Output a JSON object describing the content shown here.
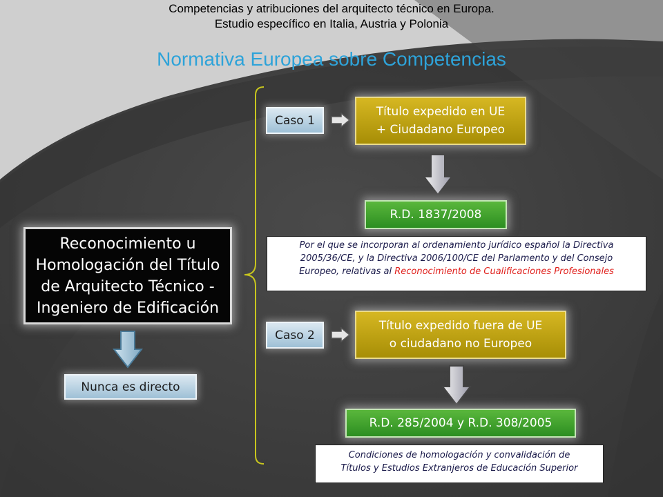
{
  "header": {
    "line1": "Competencias y atribuciones del arquitecto técnico en Europa.",
    "line2": "Estudio específico en Italia, Austria y Polonia"
  },
  "slide_title": "Normativa Europea sobre Competencias",
  "main_box": {
    "line1": "Reconocimiento u",
    "line2": "Homologación del Título",
    "line3": "de Arquitecto Técnico -",
    "line4": "Ingeniero de Edificación"
  },
  "nunca": "Nunca es directo",
  "caso1": {
    "label": "Caso 1",
    "title_line1": "Título expedido en UE",
    "title_line2": "+ Ciudadano Europeo",
    "rd": "R.D. 1837/2008",
    "note_line1": "Por el que se incorporan al ordenamiento jurídico español la Directiva",
    "note_line2": "2005/36/CE, y la Directiva 2006/100/CE del Parlamento y del Consejo",
    "note_line3_prefix": "Europeo, relativas al ",
    "note_line3_highlight": "Reconocimiento de Cualificaciones Profesionales"
  },
  "caso2": {
    "label": "Caso 2",
    "title_line1": "Título expedido fuera de UE",
    "title_line2": "o ciudadano no Europeo",
    "rd": "R.D. 285/2004 y R.D. 308/2005",
    "note_line1": "Condiciones de homologación y convalidación de",
    "note_line2": "Títulos y Estudios Extranjeros de Educación Superior"
  },
  "icons": {
    "small_right_arrow": "arrow-right-icon",
    "big_down_arrow": "arrow-down-icon",
    "bracket": "curly-bracket-icon"
  },
  "colors": {
    "title_blue": "#2ea3d9",
    "gold": "#c2a415",
    "green": "#43a42f",
    "highlight_red": "#e0201c"
  }
}
